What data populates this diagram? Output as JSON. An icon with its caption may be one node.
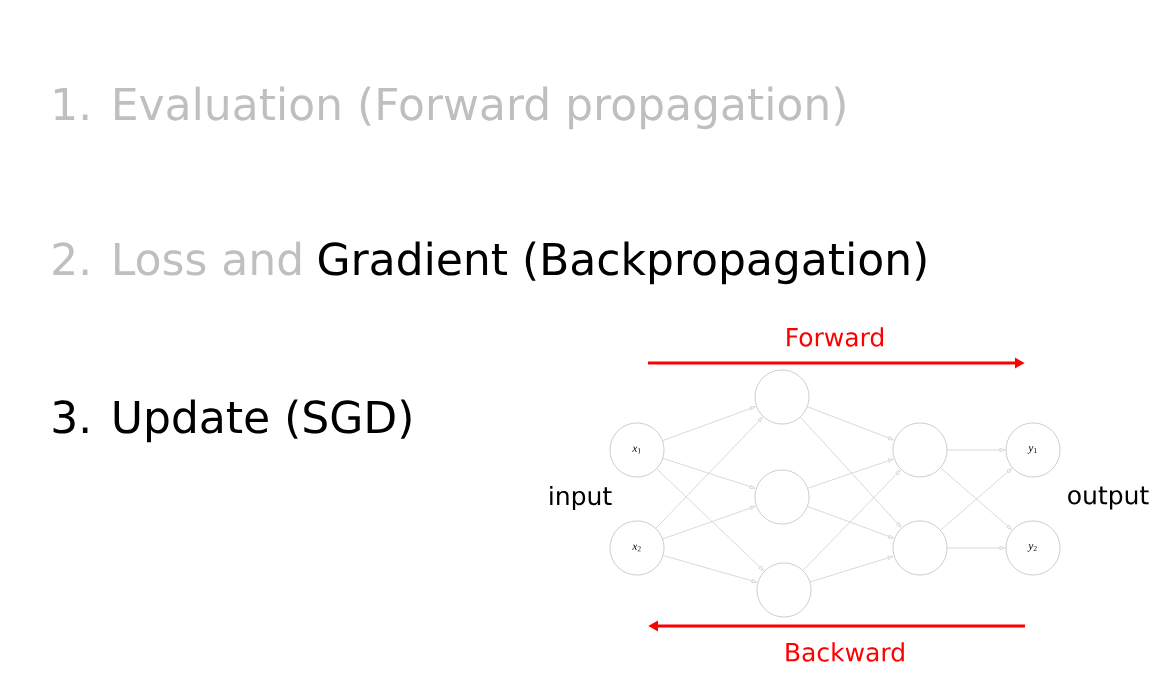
{
  "diagram": {
    "nodes": [
      {
        "text": [
          "*x*$_{1}$"
        ]
      },
      {
        "text": [
          "*x*$_{2}$"
        ]
      },
      {
        "text": [],
        "shape": "circle"
      },
      {
        "text": [],
        "shape": "circle"
      },
      {
        "text": [],
        "shape": "circle"
      },
      {
        "text": [],
        "shape": "circle"
      },
      {
        "text": [],
        "shape": "circle"
      },
      {
        "text": [
          "*y*$_{1}$"
        ]
      },
      {
        "text": [
          "*y*$_{2}$"
        ]
      }
    ],
    "edges": [
      {
        "from": 0,
        "to": 2,
        "arrow": "to"
      },
      {
        "from": 0,
        "to": 3,
        "arrow": "to"
      },
      {
        "from": 0,
        "to": 4,
        "arrow": "to"
      },
      {
        "from": 1,
        "to": 2,
        "arrow": "to"
      },
      {
        "from": 1,
        "to": 3,
        "arrow": "to"
      },
      {
        "from": 1,
        "to": 4,
        "arrow": "to"
      },
      {
        "from": 2,
        "to": 5,
        "arrow": "to"
      },
      {
        "from": 2,
        "to": 6,
        "arrow": "to"
      },
      {
        "from": 3,
        "to": 5,
        "arrow": "to"
      },
      {
        "from": 3,
        "to": 6,
        "arrow": "to"
      },
      {
        "from": 4,
        "to": 5,
        "arrow": "to"
      },
      {
        "from": 4,
        "to": 6,
        "arrow": "to"
      },
      {
        "from": 5,
        "to": 7,
        "arrow": "to"
      },
      {
        "from": 5,
        "to": 8,
        "arrow": "to"
      },
      {
        "from": 6,
        "to": 7,
        "arrow": "to"
      },
      {
        "from": 6,
        "to": 8,
        "arrow": "to"
      }
    ],
    "labels": [
      "1. Evaluation (Forward propagation)",
      "2. Loss and",
      "Gradient (Backpropagation)",
      "3. Update (SGD)",
      "Forward",
      "Backward",
      "input",
      "output"
    ]
  }
}
